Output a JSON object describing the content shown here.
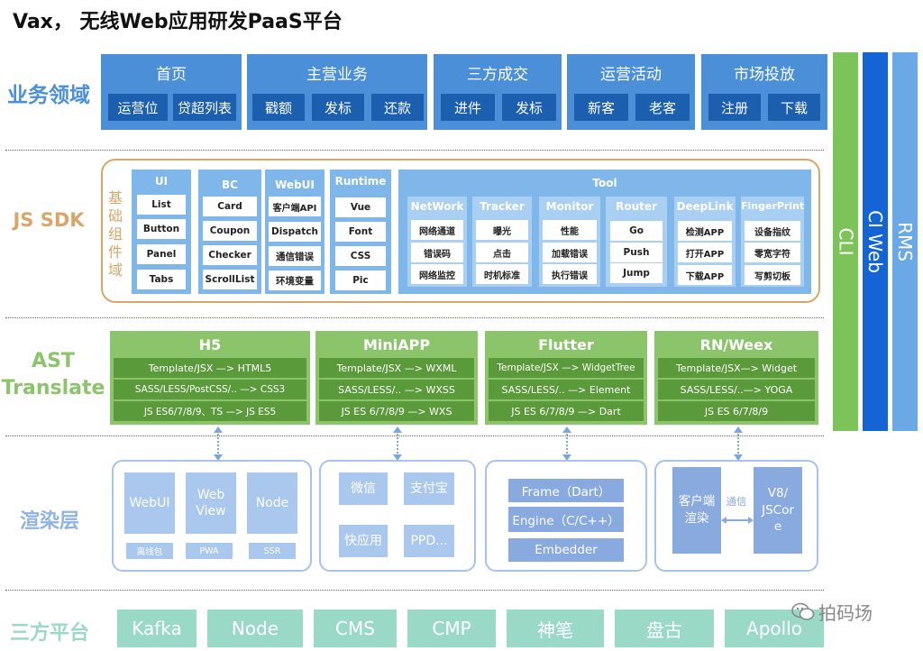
{
  "title": "Vax， 无线Web应用研发PaaS平台",
  "layers": {
    "business": "业务领域",
    "sdk": "JS SDK",
    "ast_line1": "AST",
    "ast_line2": "Translate",
    "render": "渲染层",
    "third": "三方平台"
  },
  "sdk_side_label": [
    "基",
    "础",
    "组",
    "件",
    "域"
  ],
  "right_bars": [
    "CLI",
    "CI Web",
    "RMS"
  ],
  "business": [
    {
      "title": "首页",
      "items": [
        "运营位",
        "贷超列表"
      ]
    },
    {
      "title": "主营业务",
      "items": [
        "戳额",
        "发标",
        "还款"
      ]
    },
    {
      "title": "三方成交",
      "items": [
        "进件",
        "发标"
      ]
    },
    {
      "title": "运营活动",
      "items": [
        "新客",
        "老客"
      ]
    },
    {
      "title": "市场投放",
      "items": [
        "注册",
        "下载"
      ]
    }
  ],
  "sdk": [
    {
      "title": "UI",
      "items": [
        "List",
        "Button",
        "Panel",
        "Tabs"
      ]
    },
    {
      "title": "BC",
      "items": [
        "Card",
        "Coupon",
        "Checker",
        "ScrollList"
      ]
    },
    {
      "title": "WebUI",
      "items": [
        "客户端API",
        "Dispatch",
        "通信错误",
        "环境变量"
      ]
    },
    {
      "title": "Runtime",
      "items": [
        "Vue",
        "Font",
        "CSS",
        "Pic"
      ]
    }
  ],
  "tool": {
    "title": "Tool",
    "groups": [
      {
        "title": "NetWork",
        "items": [
          "网络通道",
          "错误码",
          "网络监控"
        ]
      },
      {
        "title": "Tracker",
        "items": [
          "曝光",
          "点击",
          "时机标准"
        ]
      },
      {
        "title": "Monitor",
        "items": [
          "性能",
          "加载错误",
          "执行错误"
        ]
      },
      {
        "title": "Router",
        "items": [
          "Go",
          "Push",
          "Jump"
        ]
      },
      {
        "title": "DeepLink",
        "items": [
          "检测APP",
          "打开APP",
          "下载APP"
        ]
      },
      {
        "title": "FingerPrint",
        "items": [
          "设备指纹",
          "零宽字符",
          "写剪切板"
        ]
      }
    ]
  },
  "ast": [
    {
      "title": "H5",
      "items": [
        "Template/JSX —> HTML5",
        "SASS/LESS/PostCSS/.. —> CSS3",
        "JS ES6/7/8/9、TS —> JS ES5"
      ]
    },
    {
      "title": "MiniAPP",
      "items": [
        "Template/JSX —> WXML",
        "SASS/LESS/.. —> WXSS",
        "JS ES 6/7/8/9 —> WXS"
      ]
    },
    {
      "title": "Flutter",
      "items": [
        "Template/JSX —> WidgetTree",
        "SASS/LESS/.. —> Element",
        "JS ES 6/7/8/9 —> Dart"
      ]
    },
    {
      "title": "RN/Weex",
      "items": [
        "Template/JSX—> Widget",
        "SASS/LESS/..—> YOGA",
        "JS ES 6/7/8/9"
      ]
    }
  ],
  "render": {
    "web": {
      "boxes": [
        "WebUI",
        "Web\nView",
        "Node"
      ],
      "tags": [
        "离线包",
        "PWA",
        "SSR"
      ]
    },
    "mini": [
      "微信",
      "支付宝",
      "快应用",
      "PPD..."
    ],
    "flutter": [
      "Frame（Dart）",
      "Engine（C/C++）",
      "Embedder"
    ],
    "rn": {
      "client": "客户端\n渲染",
      "comm": "通信",
      "engine": "V8/\nJSCor\ne"
    }
  },
  "third": [
    "Kafka",
    "Node",
    "CMS",
    "CMP",
    "神笔",
    "盘古",
    "Apollo"
  ],
  "watermark": "拍码场",
  "colors": {
    "business": "#4a8fd8",
    "sdk_label": "#d6a66a",
    "ast": "#8cc46b",
    "render_label": "#7aa6dc",
    "third": "#9ad9c6"
  }
}
